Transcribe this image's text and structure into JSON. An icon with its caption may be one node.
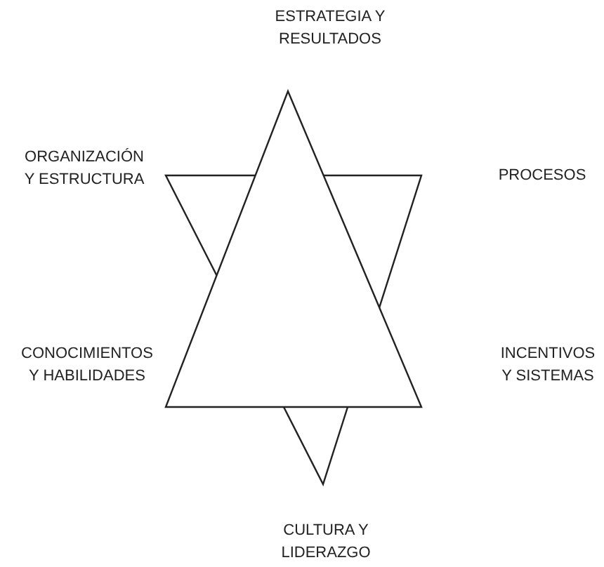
{
  "diagram": {
    "labels": [
      "ESTRATEGIA Y RESULTADOS",
      "ORGANIZACIÓN Y ESTRUCTURA",
      "PROCESOS",
      "CONOCIMIENTOS Y HABILIDADES",
      "INCENTIVOS Y SISTEMAS",
      "CULTURA Y LIDERAZGO"
    ]
  }
}
